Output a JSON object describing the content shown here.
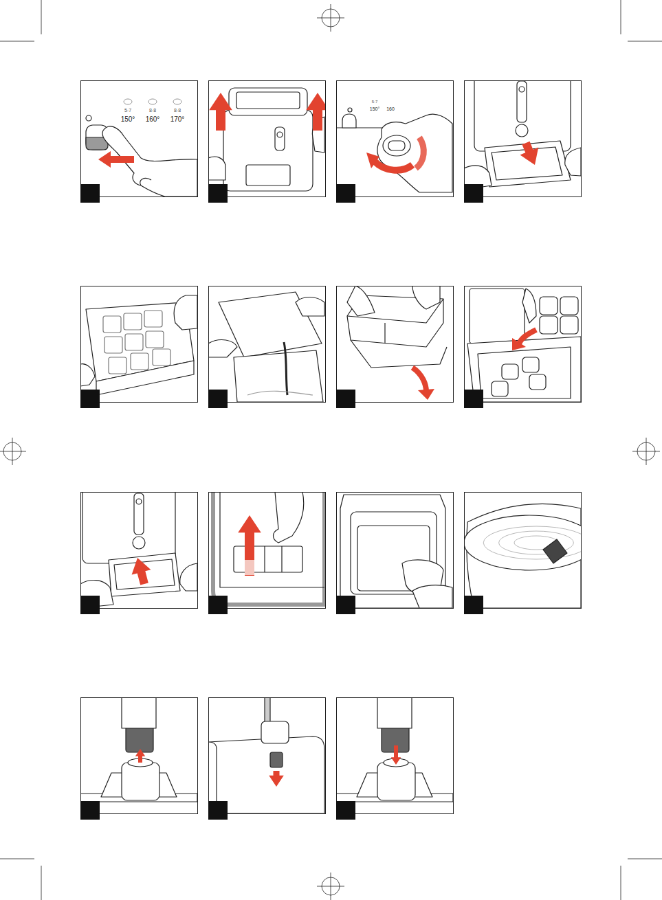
{
  "diagram": {
    "labels": [
      "5-7",
      "150°",
      "8-8",
      "160°",
      "8-8",
      "170°",
      "5-7",
      "150°",
      "160"
    ]
  }
}
